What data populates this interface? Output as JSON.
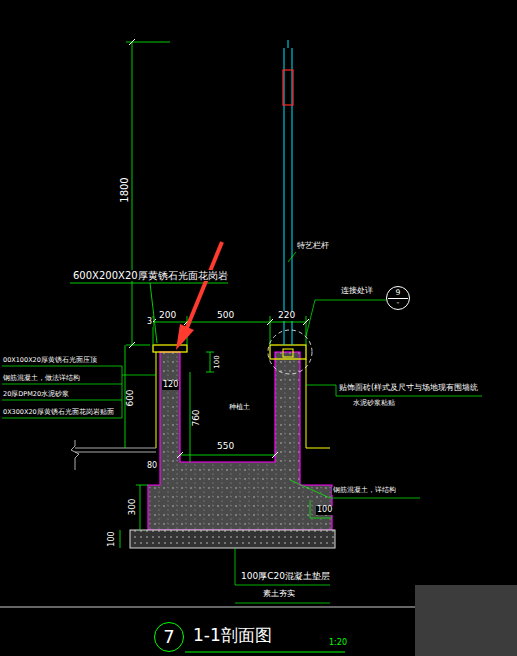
{
  "diagram": {
    "title": "1-1剖面图",
    "nodes": [
      {
        "text": [
          "9",
          "-"
        ]
      },
      {
        "text": [
          "7"
        ]
      }
    ],
    "labels": [
      "1800",
      "600X200X20厚黄锈石光面花岗岩",
      "200",
      "500",
      "220",
      "3",
      "100",
      "特艺栏杆",
      "连接处详",
      "00X100X20厚黄锈石光面压顶",
      "钢筋混凝土，做法详结构",
      "20厚DPM20水泥砂浆",
      "0X300X20厚黄锈石光面花岗岩贴面",
      "600",
      "120",
      "760",
      "种植土",
      "贴饰面砖(样式及尺寸与场地现有围墙统",
      "水泥砂浆粘贴",
      "550",
      "80",
      "钢筋混凝土，详结构",
      "300",
      "100",
      "100",
      "100厚C20混凝土垫层",
      "素土夯实",
      "1:20"
    ]
  }
}
